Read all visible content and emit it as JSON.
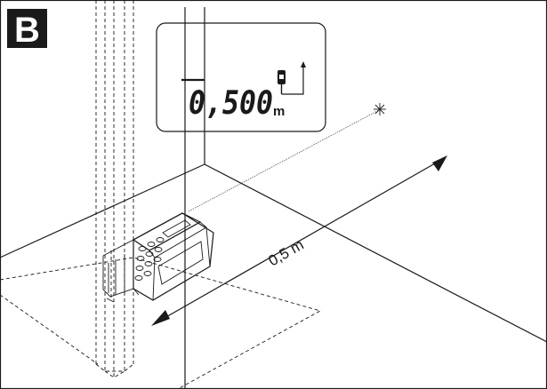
{
  "figure_label": "B",
  "display": {
    "reading": "0,500",
    "unit": "m"
  },
  "dimension_label": "0,5 m",
  "colors": {
    "ink": "#1a1a1a",
    "label_bg": "#1a1a1a",
    "label_fg": "#ffffff",
    "paper": "#ffffff"
  },
  "icons": [
    "device-reference-icon",
    "laser-target-icon",
    "dimension-arrow-icon"
  ]
}
